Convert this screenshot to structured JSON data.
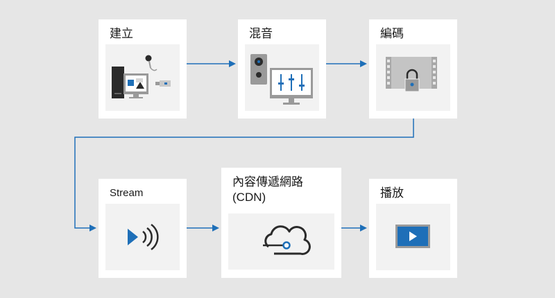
{
  "diagram": {
    "steps": [
      {
        "id": "create",
        "title": "建立",
        "icon": "studio-capture-icon"
      },
      {
        "id": "mix",
        "title": "混音",
        "icon": "mixing-console-icon"
      },
      {
        "id": "encode",
        "title": "編碼",
        "icon": "encrypted-film-icon"
      },
      {
        "id": "stream",
        "title": "Stream",
        "icon": "streaming-icon"
      },
      {
        "id": "cdn",
        "title": "內容傳遞網路\n(CDN)",
        "icon": "cloud-icon"
      },
      {
        "id": "play",
        "title": "播放",
        "icon": "play-screen-icon"
      }
    ],
    "colors": {
      "background": "#e6e6e6",
      "card": "#ffffff",
      "icon_panel": "#f2f2f2",
      "accent": "#1e6fb8",
      "dark": "#333333",
      "gray": "#9a9a9a"
    }
  }
}
